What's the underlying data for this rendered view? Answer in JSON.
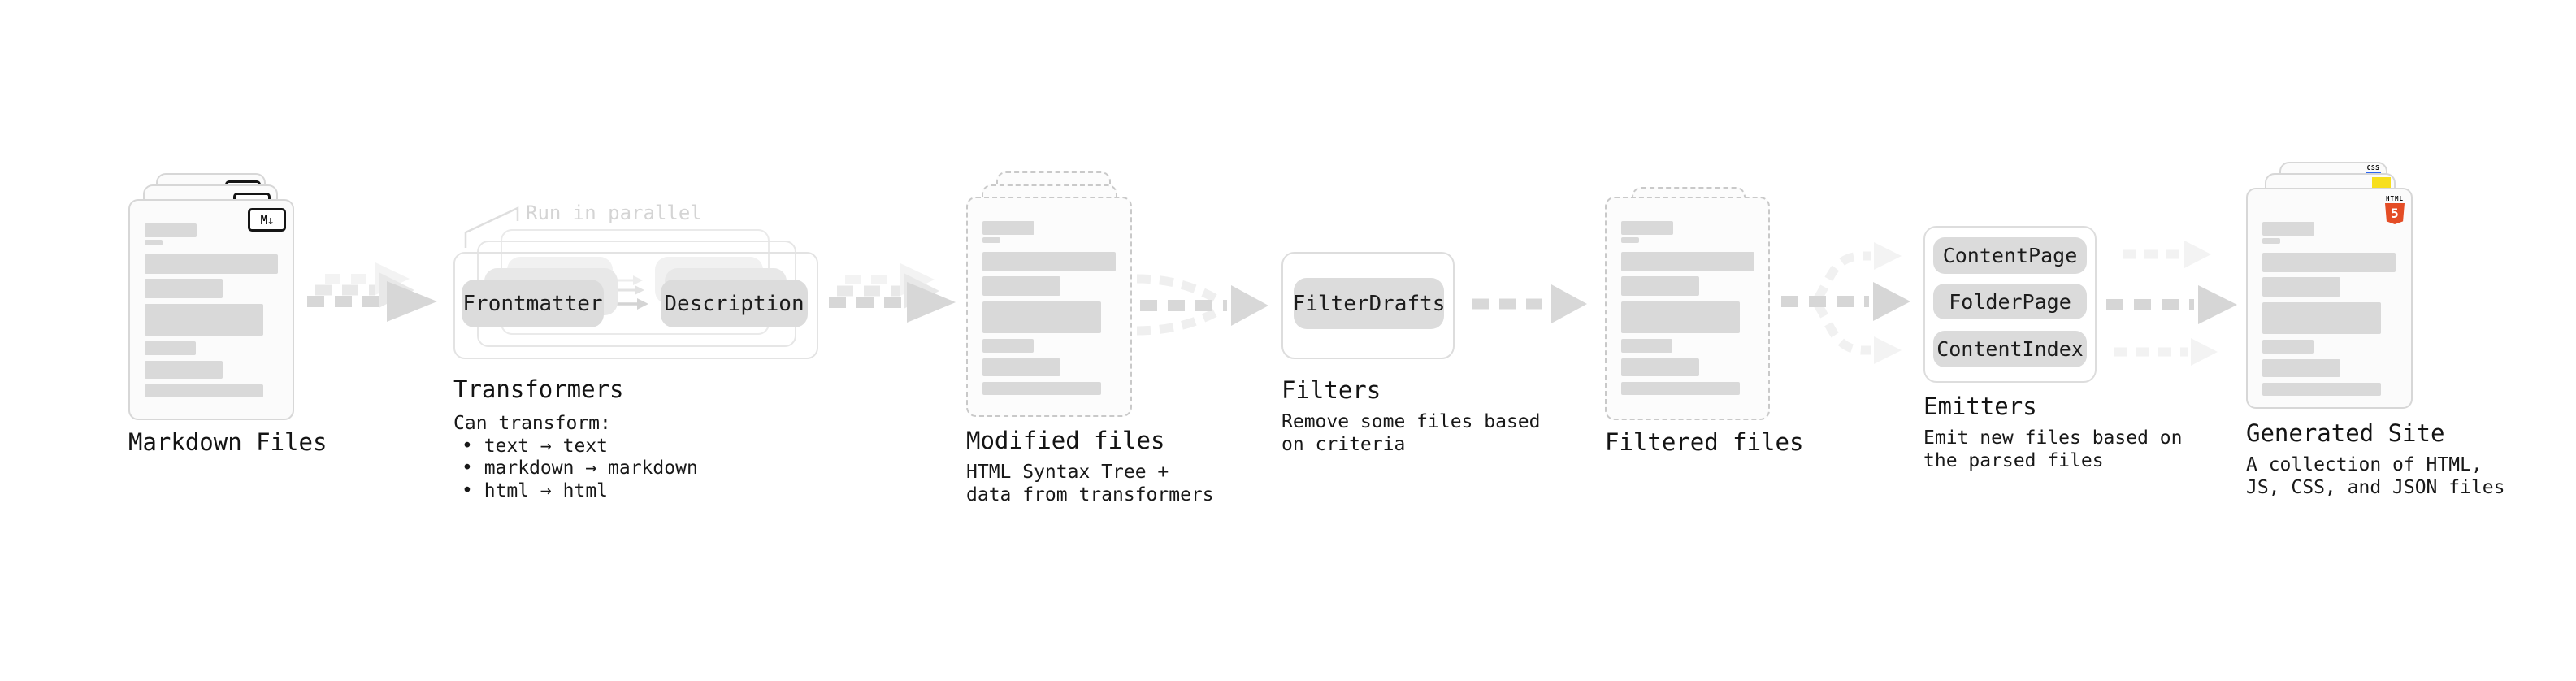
{
  "pipeline": {
    "markdown_files": {
      "label": "Markdown Files",
      "file_badge": "M↓"
    },
    "transformers": {
      "label": "Transformers",
      "annotation": "Run in parallel",
      "pills": [
        "Frontmatter",
        "Description"
      ],
      "notes": [
        "Can transform:",
        "• text → text",
        "• markdown → markdown",
        "• html → html"
      ]
    },
    "modified_files": {
      "label": "Modified files",
      "notes": [
        "HTML Syntax Tree +",
        "data from transformers"
      ]
    },
    "filters": {
      "label": "Filters",
      "pills": [
        "FilterDrafts"
      ],
      "notes": [
        "Remove some files based",
        "on criteria"
      ]
    },
    "filtered_files": {
      "label": "Filtered files"
    },
    "emitters": {
      "label": "Emitters",
      "pills": [
        "ContentPage",
        "FolderPage",
        "ContentIndex"
      ],
      "notes": [
        "Emit new files based on",
        "the parsed files"
      ]
    },
    "generated_site": {
      "label": "Generated Site",
      "badges": {
        "html_label": "HTML",
        "html_number": "5",
        "css_label": "CSS"
      },
      "notes": [
        "A collection of HTML,",
        "JS, CSS, and JSON files"
      ]
    }
  },
  "colors": {
    "html5_orange": "#e44d26",
    "js_yellow": "#f7df1e",
    "css_blue": "#2b65f0",
    "card_border": "#d7d7d7",
    "bar_gray": "#d9d9d9",
    "pill_gray": "#dcdcdc",
    "arrow_gray": "#d6d6d6",
    "faint_gray": "#f1f1f1"
  }
}
